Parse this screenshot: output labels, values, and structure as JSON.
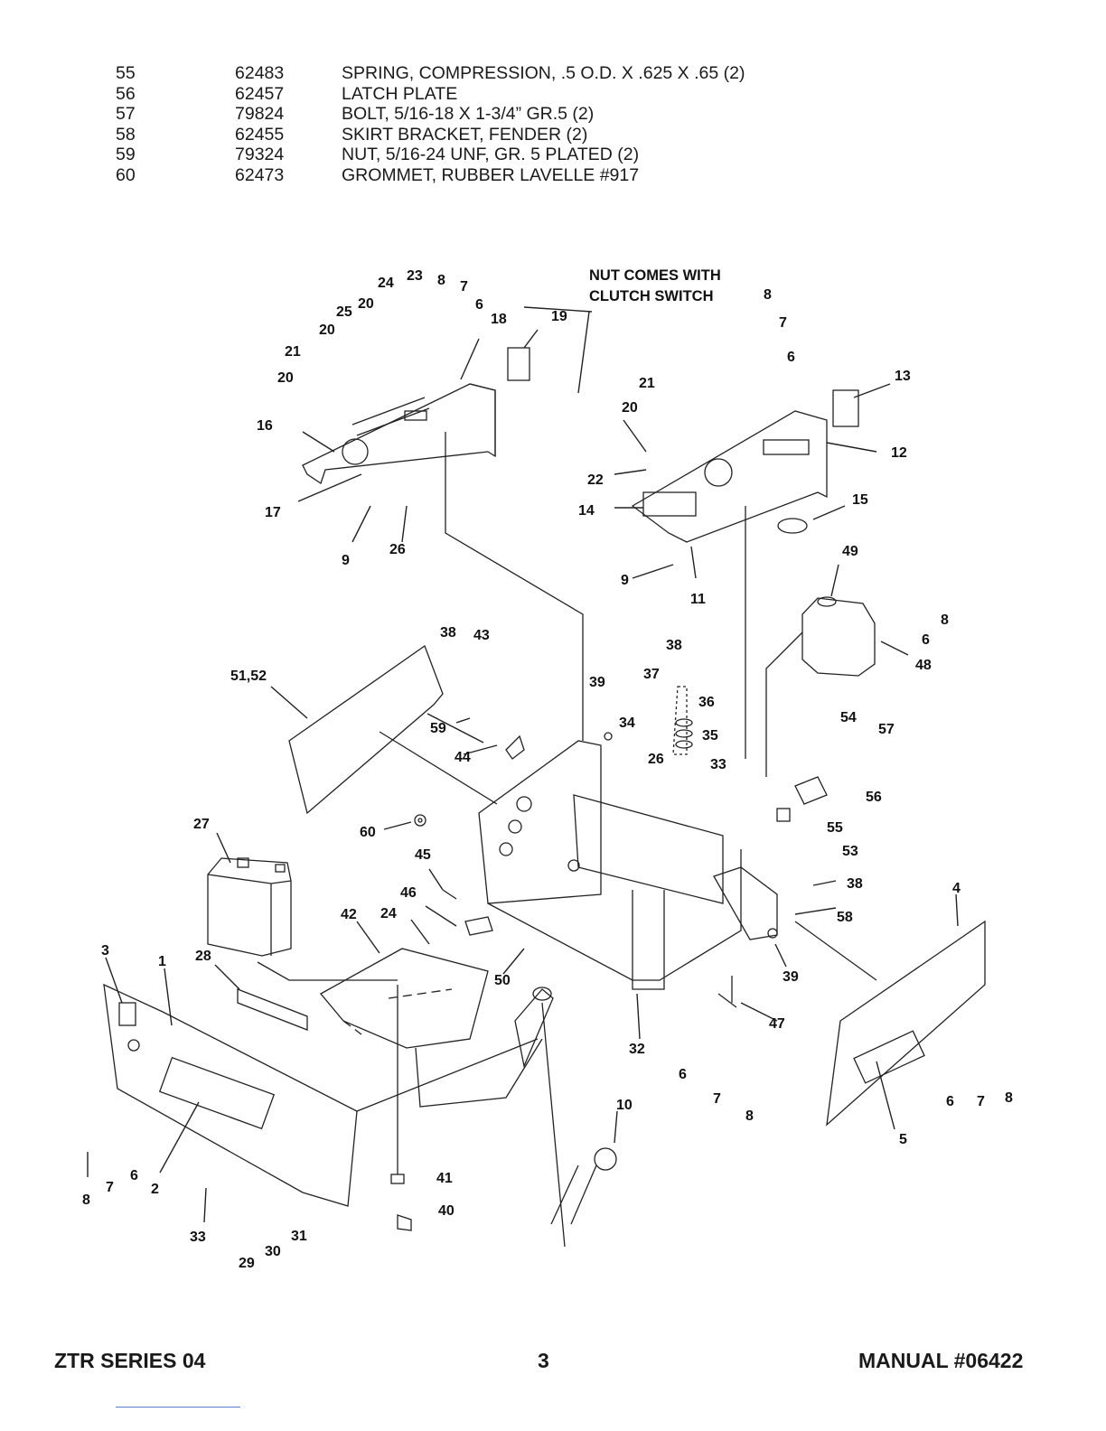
{
  "parts_table": {
    "rows": [
      {
        "item": "55",
        "part": "62483",
        "desc": "SPRING, COMPRESSION, .5 O.D. X .625 X .65 (2)"
      },
      {
        "item": "56",
        "part": "62457",
        "desc": "LATCH PLATE"
      },
      {
        "item": "57",
        "part": "79824",
        "desc": "BOLT, 5/16-18 X 1-3/4” GR.5 (2)"
      },
      {
        "item": "58",
        "part": "62455",
        "desc": "SKIRT BRACKET, FENDER (2)"
      },
      {
        "item": "59",
        "part": "79324",
        "desc": "NUT, 5/16-24 UNF, GR. 5 PLATED (2)"
      },
      {
        "item": "60",
        "part": "62473",
        "desc": "GROMMET, RUBBER LAVELLE #917"
      }
    ]
  },
  "diagram": {
    "note_line1": "NUT COMES WITH",
    "note_line2": "CLUTCH SWITCH",
    "callouts": [
      "24",
      "23",
      "8",
      "7",
      "6",
      "18",
      "19",
      "25",
      "20",
      "20",
      "21",
      "20",
      "16",
      "17",
      "9",
      "26",
      "8",
      "7",
      "6",
      "21",
      "20",
      "13",
      "12",
      "22",
      "14",
      "15",
      "9",
      "11",
      "49",
      "8",
      "6",
      "48",
      "51,52",
      "38",
      "43",
      "59",
      "44",
      "39",
      "34",
      "38",
      "37",
      "36",
      "35",
      "26",
      "33",
      "54",
      "57",
      "56",
      "55",
      "53",
      "27",
      "60",
      "45",
      "46",
      "42",
      "24",
      "28",
      "3",
      "1",
      "50",
      "38",
      "58",
      "39",
      "4",
      "47",
      "32",
      "6",
      "7",
      "8",
      "10",
      "6",
      "7",
      "8",
      "5",
      "8",
      "7",
      "6",
      "2",
      "33",
      "29",
      "30",
      "31",
      "41",
      "40"
    ]
  },
  "footer": {
    "left": "ZTR SERIES 04",
    "page": "3",
    "right": "MANUAL #06422"
  }
}
